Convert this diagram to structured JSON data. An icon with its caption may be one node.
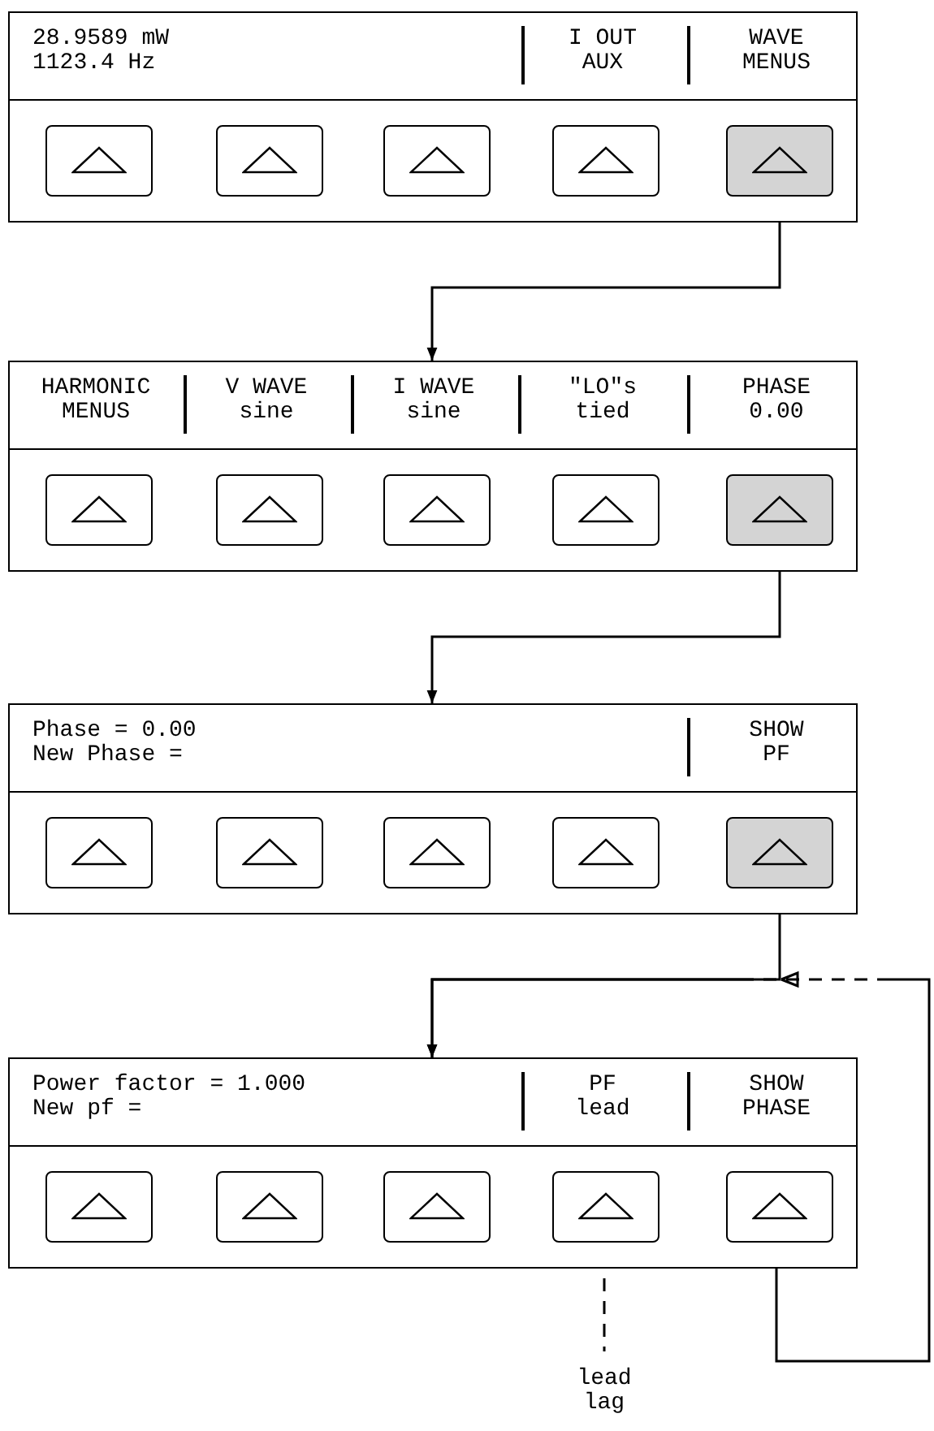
{
  "diagram": {
    "nodes": [
      {
        "text": [
          "28.9589 mW 1123.4 Hz",
          "I OUT AUX",
          "WAVE MENUS"
        ]
      },
      {
        "text": [
          "HARMONIC MENUS",
          "V WAVE sine",
          "I WAVE sine",
          "\"LO\"s tied",
          "PHASE 0.00"
        ]
      },
      {
        "text": [
          "Phase = 0.00 New Phase =",
          "SHOW PF"
        ]
      },
      {
        "text": [
          "Power factor = 1.000 New pf =",
          "PF lead",
          "SHOW PHASE"
        ]
      },
      {
        "text": [
          "lead lag"
        ]
      }
    ],
    "edges": [
      {
        "from": 0,
        "to": 1,
        "arrow": "to"
      },
      {
        "from": 1,
        "to": 2,
        "arrow": "to"
      },
      {
        "from": 2,
        "to": 3,
        "arrow": "to"
      },
      {
        "from": 3,
        "to": 3,
        "arrow": "to",
        "style": "dashed"
      },
      {
        "from": 4,
        "to": 3,
        "arrow": "none",
        "style": "dashed"
      }
    ]
  }
}
